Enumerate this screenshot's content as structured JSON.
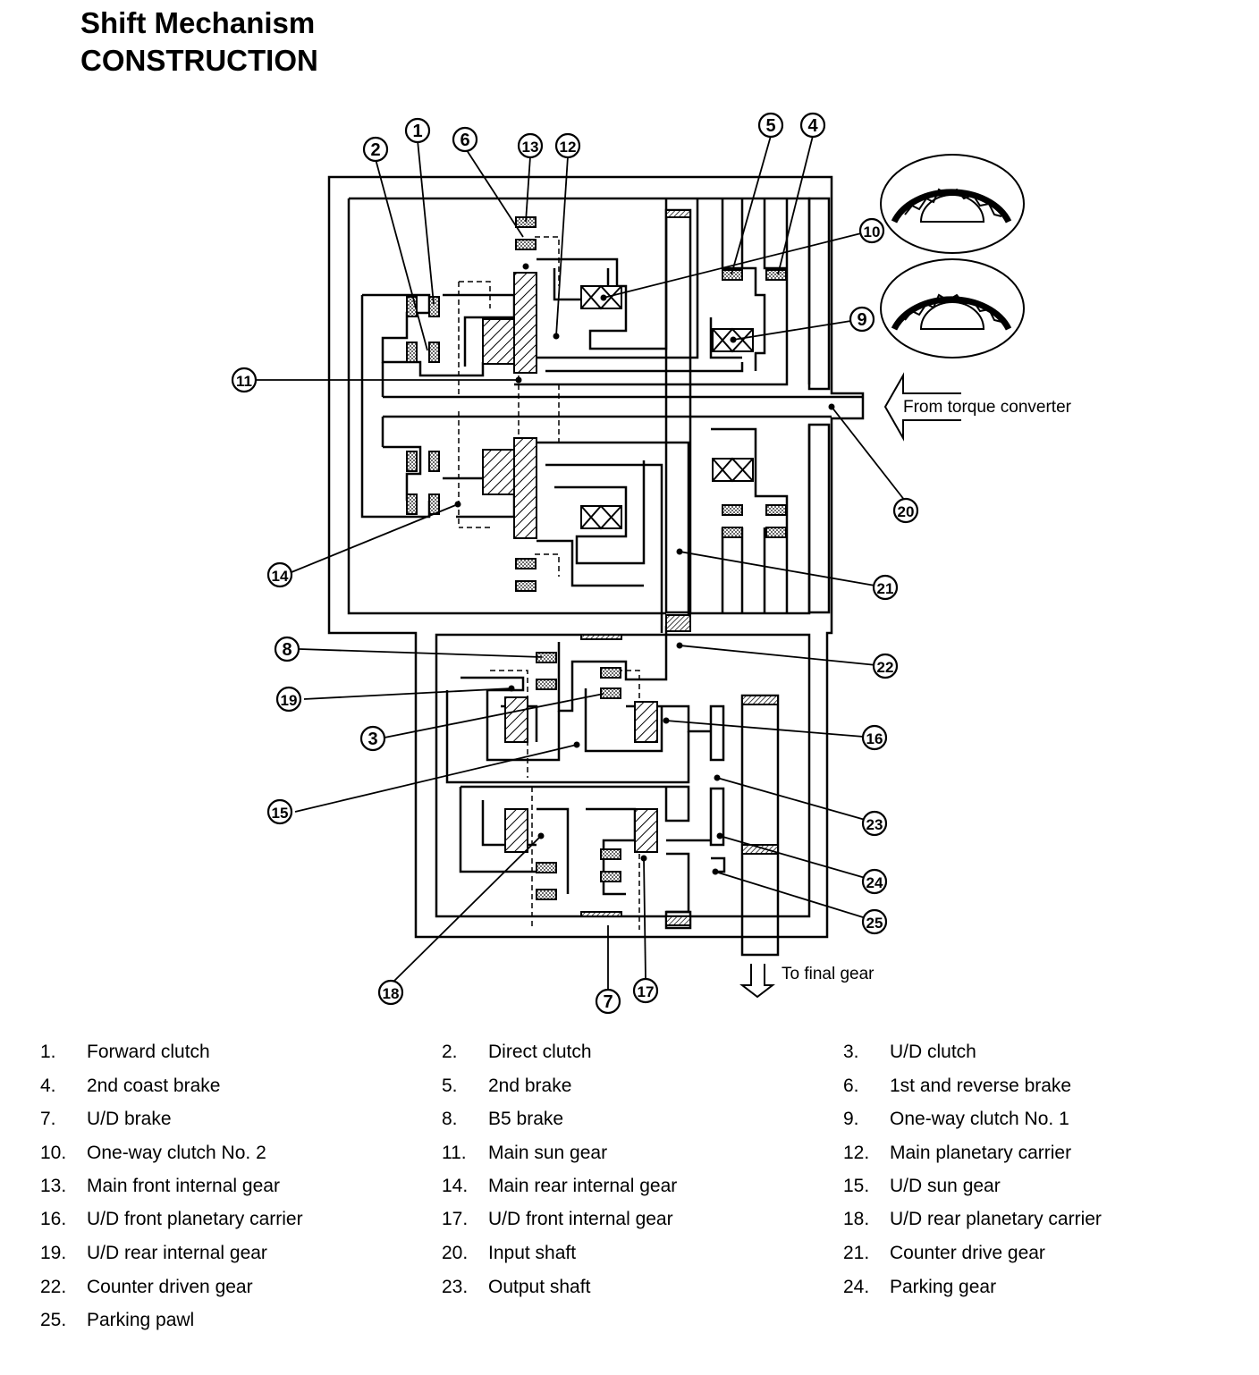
{
  "title": {
    "line1": "Shift Mechanism",
    "line2": "CONSTRUCTION"
  },
  "diagram": {
    "from_label": "From torque converter",
    "to_label": "To final gear",
    "callouts": [
      "1",
      "2",
      "3",
      "4",
      "5",
      "6",
      "7",
      "8",
      "9",
      "10",
      "11",
      "12",
      "13",
      "14",
      "15",
      "16",
      "17",
      "18",
      "19",
      "20",
      "21",
      "22",
      "23",
      "24",
      "25"
    ]
  },
  "legend": [
    {
      "num": "1.",
      "label": "Forward clutch"
    },
    {
      "num": "2.",
      "label": "Direct clutch"
    },
    {
      "num": "3.",
      "label": "U/D clutch"
    },
    {
      "num": "4.",
      "label": "2nd coast brake"
    },
    {
      "num": "5.",
      "label": "2nd brake"
    },
    {
      "num": "6.",
      "label": "1st and reverse brake"
    },
    {
      "num": "7.",
      "label": "U/D brake"
    },
    {
      "num": "8.",
      "label": "B5 brake"
    },
    {
      "num": "9.",
      "label": "One-way clutch No. 1"
    },
    {
      "num": "10.",
      "label": "One-way clutch No. 2"
    },
    {
      "num": "11.",
      "label": "Main sun gear"
    },
    {
      "num": "12.",
      "label": "Main planetary carrier"
    },
    {
      "num": "13.",
      "label": "Main front internal gear"
    },
    {
      "num": "14.",
      "label": "Main rear internal gear"
    },
    {
      "num": "15.",
      "label": "U/D sun gear"
    },
    {
      "num": "16.",
      "label": "U/D front planetary carrier"
    },
    {
      "num": "17.",
      "label": "U/D front internal gear"
    },
    {
      "num": "18.",
      "label": "U/D rear planetary carrier"
    },
    {
      "num": "19.",
      "label": "U/D rear internal gear"
    },
    {
      "num": "20.",
      "label": "Input shaft"
    },
    {
      "num": "21.",
      "label": "Counter drive gear"
    },
    {
      "num": "22.",
      "label": "Counter driven gear"
    },
    {
      "num": "23.",
      "label": "Output shaft"
    },
    {
      "num": "24.",
      "label": "Parking gear"
    },
    {
      "num": "25.",
      "label": "Parking pawl"
    }
  ]
}
